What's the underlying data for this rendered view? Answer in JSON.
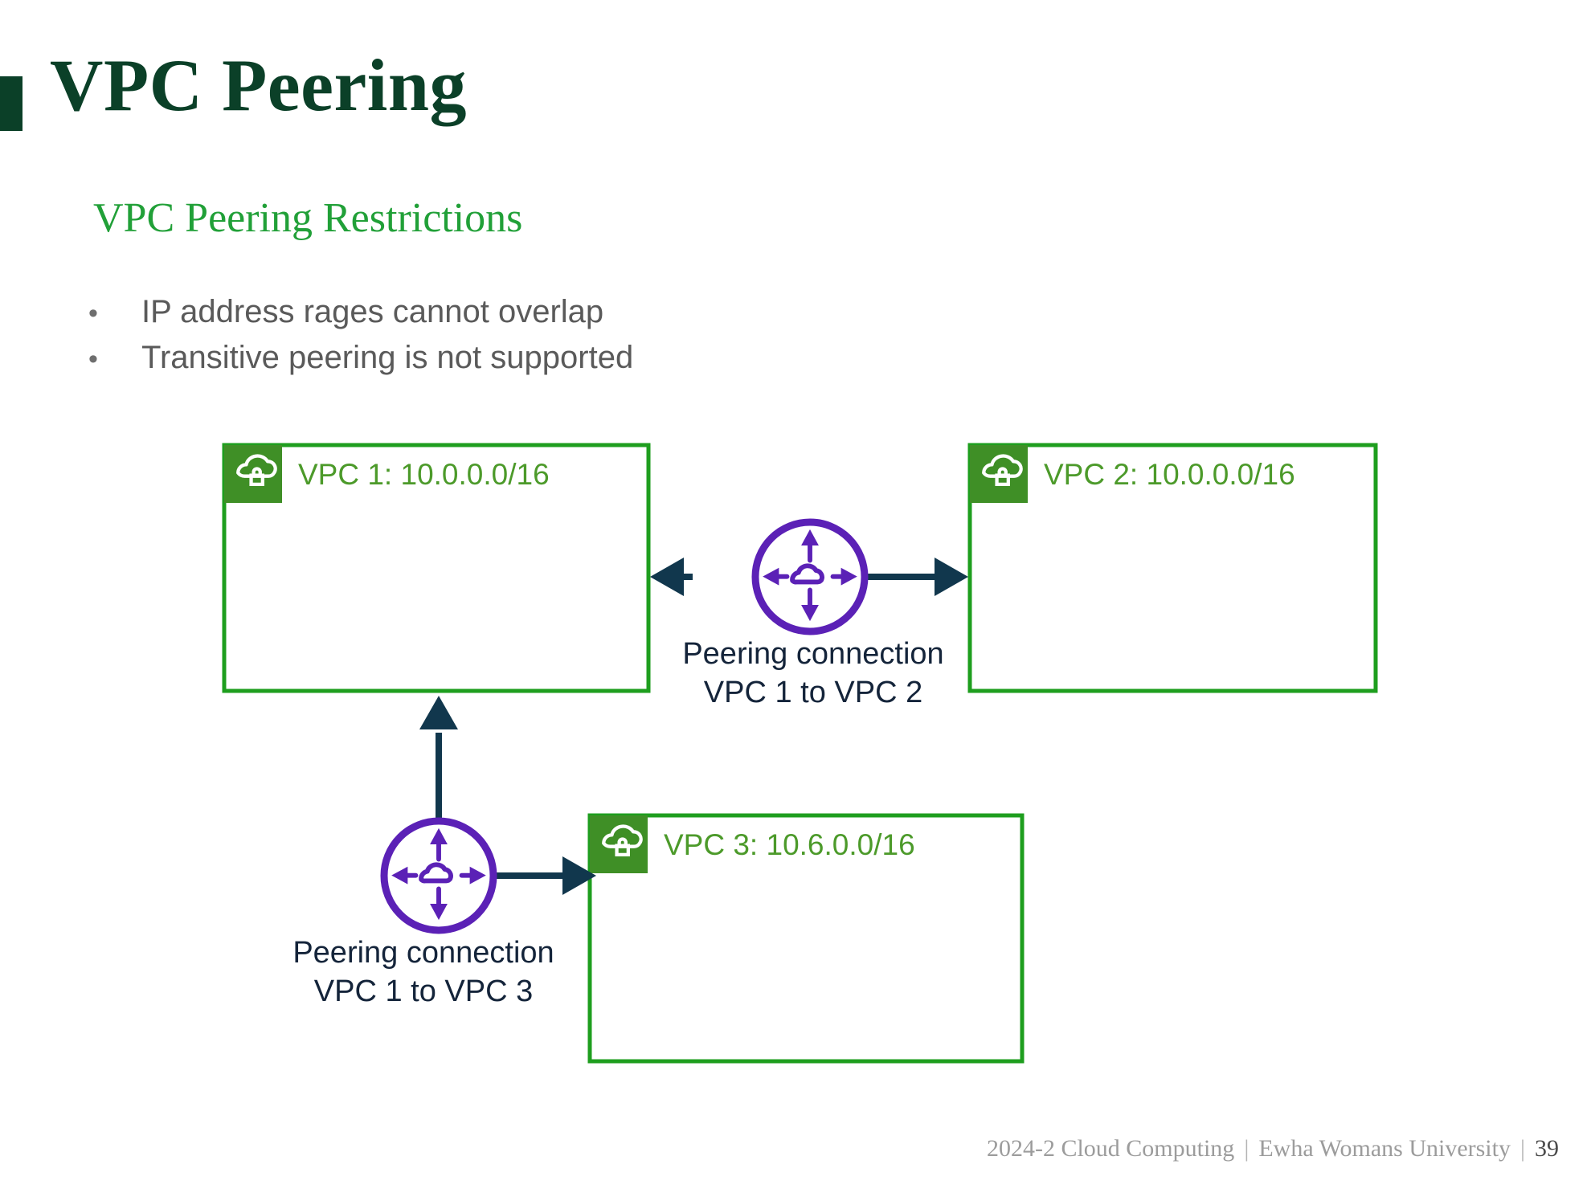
{
  "slide": {
    "title": "VPC Peering",
    "subtitle": "VPC Peering Restrictions",
    "bullet_marker": "square-marker",
    "bullets": [
      {
        "marker": "•",
        "text": "IP address rages cannot overlap"
      },
      {
        "marker": "•",
        "text": "Transitive peering is not supported"
      }
    ]
  },
  "diagram": {
    "type": "network-architecture",
    "vpcs": [
      {
        "id": "vpc1",
        "label": "VPC 1: 10.0.0.0/16",
        "icon": "cloud-lock-icon"
      },
      {
        "id": "vpc2",
        "label": "VPC 2: 10.0.0.0/16",
        "icon": "cloud-lock-icon"
      },
      {
        "id": "vpc3",
        "label": "VPC 3: 10.6.0.0/16",
        "icon": "cloud-lock-icon"
      }
    ],
    "connections": [
      {
        "id": "peer-1-2",
        "icon": "peering-connection-icon",
        "label_line1": "Peering connection",
        "label_line2": "VPC 1 to VPC 2",
        "from": "vpc1",
        "to": "vpc2",
        "direction": "bidirectional"
      },
      {
        "id": "peer-1-3",
        "icon": "peering-connection-icon",
        "label_line1": "Peering connection",
        "label_line2": "VPC 1 to VPC 3",
        "from": "vpc1",
        "to": "vpc3",
        "direction": "bidirectional"
      }
    ]
  },
  "footer": {
    "course": "2024-2 Cloud Computing",
    "separator": "|",
    "institution": "Ewha Womans University",
    "page": "39"
  },
  "colors": {
    "title_green": "#0B4028",
    "subtitle_green": "#21A038",
    "box_border_green": "#1E9E1E",
    "badge_green": "#3F8F26",
    "vpc_label_green": "#4C9A2A",
    "connector_navy": "#11374D",
    "peering_purple": "#5B21B6",
    "bullet_gray": "#5A5A5A",
    "footer_gray": "#9C9C9C",
    "background": "#FFFFFF"
  }
}
